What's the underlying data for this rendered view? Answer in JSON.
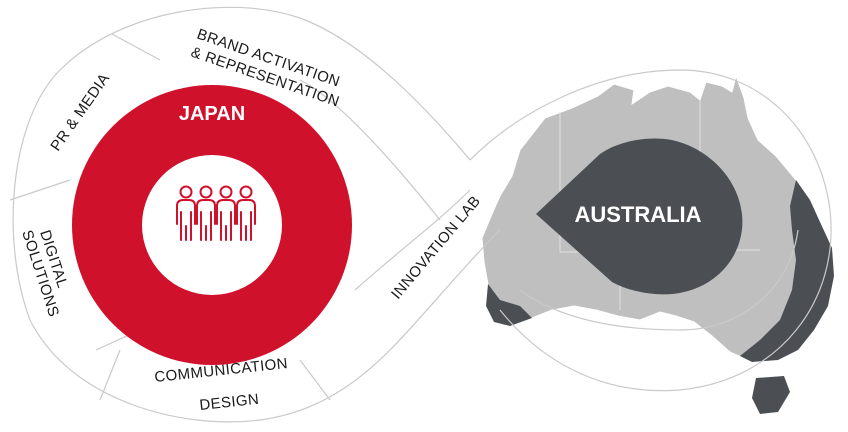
{
  "diagram": {
    "left_hub": {
      "title": "JAPAN",
      "icon": "people-group-icon"
    },
    "right_hub": {
      "title": "AUSTRALIA",
      "map": "australia-map"
    },
    "segments": {
      "brand_activation": {
        "line1": "BRAND ACTIVATION",
        "line2": "& REPRESENTATION"
      },
      "pr_media": "PR & MEDIA",
      "digital_solutions": {
        "line1": "DIGITAL",
        "line2": "SOLUTIONS"
      },
      "communication_design": {
        "line1": "COMMUNICATION",
        "line2": "DESIGN"
      },
      "innovation_lab": "INNOVATION LAB"
    },
    "colors": {
      "japan_red": "#d0112b",
      "australia_dark": "#4b4f54",
      "map_light": "#bfbfbf",
      "outline": "#c9c9c9"
    }
  }
}
